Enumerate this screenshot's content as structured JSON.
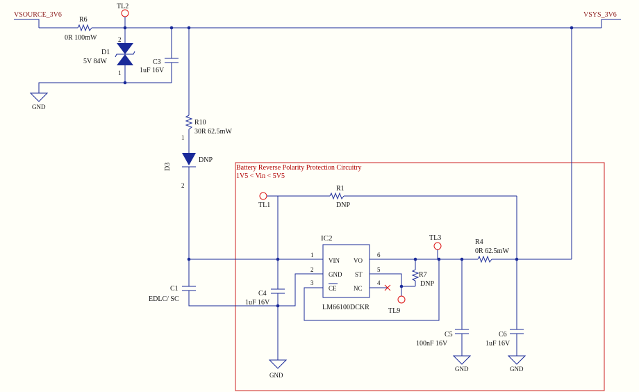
{
  "nets": {
    "vsource": "VSOURCE_3V6",
    "vsys": "VSYS_3V6",
    "gnd": "GND"
  },
  "box": {
    "title": "Battery Reverse Polarity Protection Circuitry",
    "range": "1V5 < Vin < 5V5"
  },
  "components": {
    "r6": {
      "ref": "R6",
      "value": "0R 100mW"
    },
    "d1": {
      "ref": "D1",
      "value": "5V 84W",
      "pin_top": "2",
      "pin_bottom": "1"
    },
    "c3": {
      "ref": "C3",
      "value": "1uF 16V"
    },
    "r10": {
      "ref": "R10",
      "value": "30R 62.5mW"
    },
    "d3": {
      "ref": "D3",
      "value": "DNP",
      "pin_top": "1",
      "pin_bottom": "2"
    },
    "c1": {
      "ref": "C1",
      "value": "EDLC/ SC"
    },
    "r1": {
      "ref": "R1",
      "value": "DNP"
    },
    "c4": {
      "ref": "C4",
      "value": "1uF 16V"
    },
    "ic2": {
      "ref": "IC2",
      "part": "LM66100DCKR",
      "pins": {
        "vin": {
          "num": "1",
          "name": "VIN"
        },
        "gnd": {
          "num": "2",
          "name": "GND"
        },
        "ce": {
          "num": "3",
          "name": "CE"
        },
        "nc": {
          "num": "4",
          "name": "NC"
        },
        "st": {
          "num": "5",
          "name": "ST"
        },
        "vo": {
          "num": "6",
          "name": "VO"
        }
      }
    },
    "r7": {
      "ref": "R7",
      "value": "DNP"
    },
    "r4": {
      "ref": "R4",
      "value": "0R 62.5mW"
    },
    "c5": {
      "ref": "C5",
      "value": "100nF 16V"
    },
    "c6": {
      "ref": "C6",
      "value": "1uF 16V"
    }
  },
  "test_points": {
    "tl1": "TL1",
    "tl2": "TL2",
    "tl3": "TL3",
    "tl9": "TL9"
  },
  "colors": {
    "wire": "#1a2a99",
    "box": "#cc2222",
    "test_point": "#dd1111",
    "net_label": "#8b1a1a"
  }
}
